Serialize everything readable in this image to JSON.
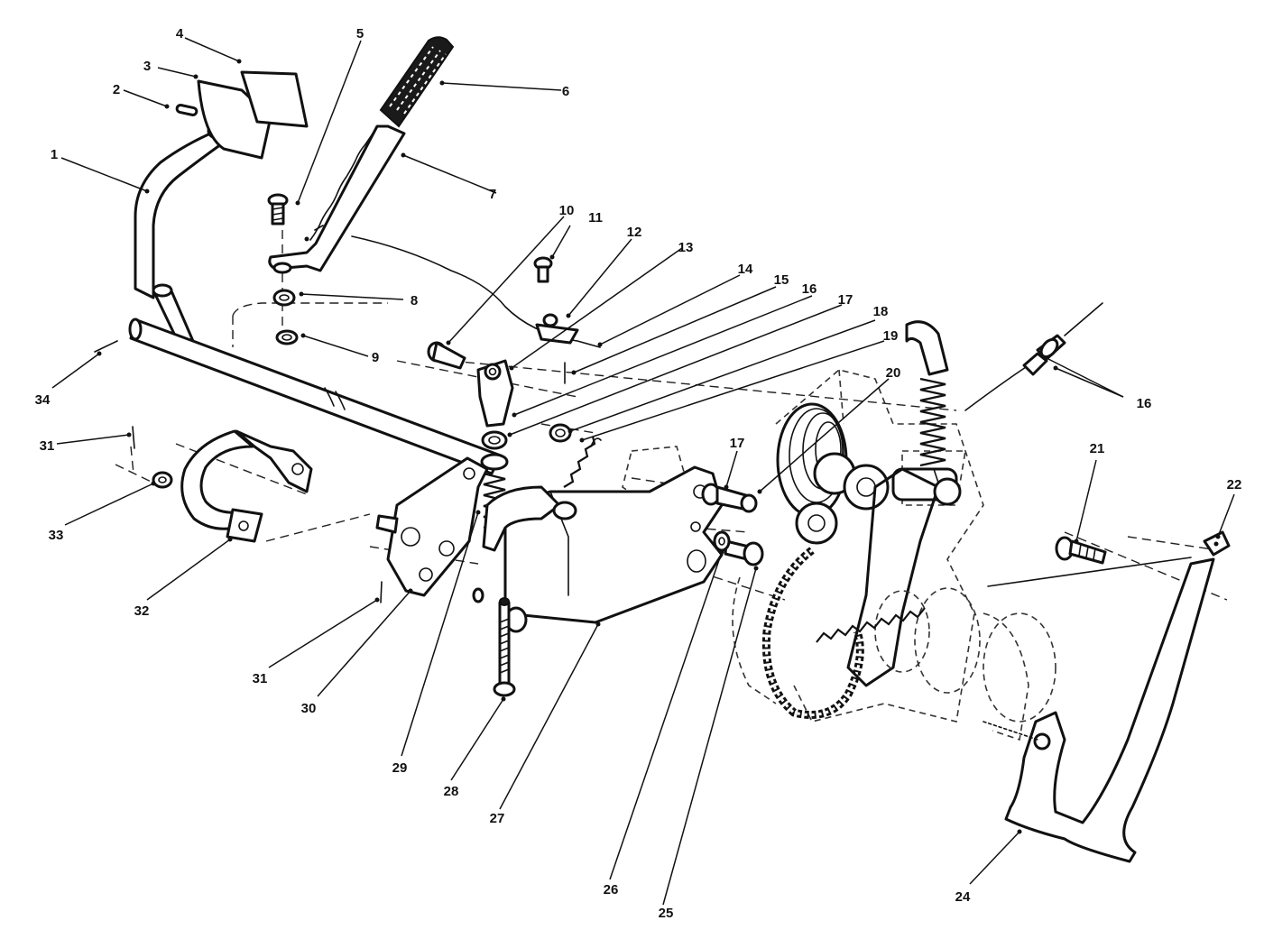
{
  "diagram": {
    "callouts": [
      {
        "id": "1",
        "label": "1"
      },
      {
        "id": "2",
        "label": "2"
      },
      {
        "id": "3",
        "label": "3"
      },
      {
        "id": "4",
        "label": "4"
      },
      {
        "id": "5",
        "label": "5"
      },
      {
        "id": "6",
        "label": "6"
      },
      {
        "id": "7",
        "label": "7"
      },
      {
        "id": "8",
        "label": "8"
      },
      {
        "id": "9",
        "label": "9"
      },
      {
        "id": "10",
        "label": "10"
      },
      {
        "id": "11",
        "label": "11"
      },
      {
        "id": "12",
        "label": "12"
      },
      {
        "id": "13",
        "label": "13"
      },
      {
        "id": "14",
        "label": "14"
      },
      {
        "id": "15",
        "label": "15"
      },
      {
        "id": "16a",
        "label": "16"
      },
      {
        "id": "16b",
        "label": "16"
      },
      {
        "id": "17a",
        "label": "17"
      },
      {
        "id": "17b",
        "label": "17"
      },
      {
        "id": "18",
        "label": "18"
      },
      {
        "id": "19",
        "label": "19"
      },
      {
        "id": "20",
        "label": "20"
      },
      {
        "id": "21",
        "label": "21"
      },
      {
        "id": "22",
        "label": "22"
      },
      {
        "id": "24",
        "label": "24"
      },
      {
        "id": "25",
        "label": "25"
      },
      {
        "id": "26",
        "label": "26"
      },
      {
        "id": "27",
        "label": "27"
      },
      {
        "id": "28",
        "label": "28"
      },
      {
        "id": "29",
        "label": "29"
      },
      {
        "id": "30",
        "label": "30"
      },
      {
        "id": "31a",
        "label": "31"
      },
      {
        "id": "31b",
        "label": "31"
      },
      {
        "id": "32",
        "label": "32"
      },
      {
        "id": "33",
        "label": "33"
      },
      {
        "id": "34",
        "label": "34"
      }
    ]
  }
}
